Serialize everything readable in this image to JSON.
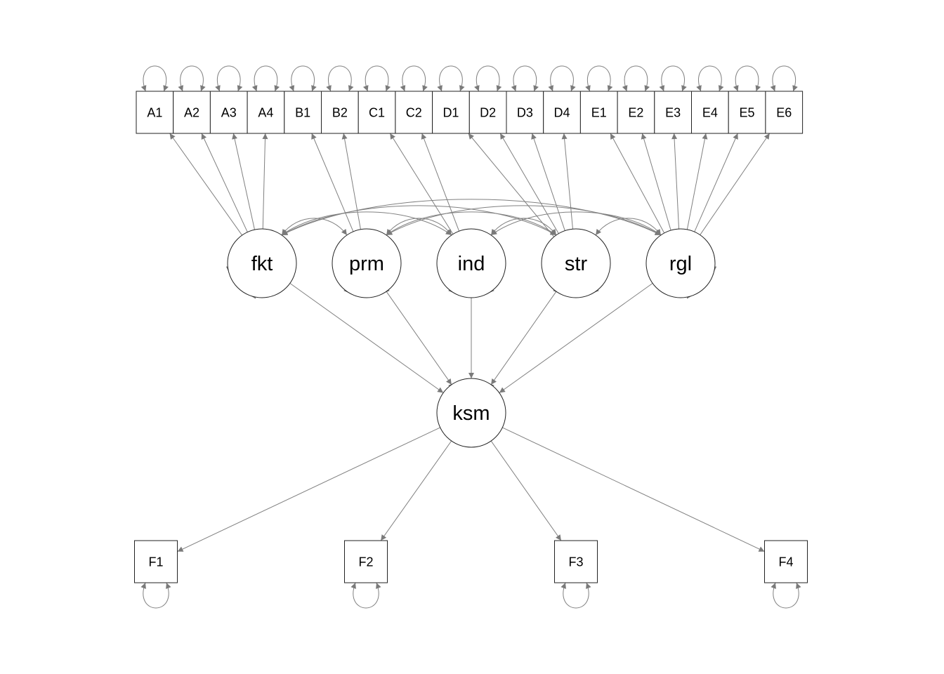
{
  "diagram": {
    "indicators_top": [
      "A1",
      "A2",
      "A3",
      "A4",
      "B1",
      "B2",
      "C1",
      "C2",
      "D1",
      "D2",
      "D3",
      "D4",
      "E1",
      "E2",
      "E3",
      "E4",
      "E5",
      "E6"
    ],
    "exogenous_latents": [
      "fkt",
      "prm",
      "ind",
      "str",
      "rgl"
    ],
    "endogenous_latent": "ksm",
    "indicators_bottom": [
      "F1",
      "F2",
      "F3",
      "F4"
    ],
    "loadings": {
      "fkt": [
        "A1",
        "A2",
        "A3",
        "A4"
      ],
      "prm": [
        "B1",
        "B2"
      ],
      "ind": [
        "C1",
        "C2"
      ],
      "str": [
        "D1",
        "D2",
        "D3",
        "D4"
      ],
      "rgl": [
        "E1",
        "E2",
        "E3",
        "E4",
        "E5",
        "E6"
      ],
      "ksm": [
        "F1",
        "F2",
        "F3",
        "F4"
      ]
    },
    "regressions": [
      [
        "fkt",
        "ksm"
      ],
      [
        "prm",
        "ksm"
      ],
      [
        "ind",
        "ksm"
      ],
      [
        "str",
        "ksm"
      ],
      [
        "rgl",
        "ksm"
      ]
    ],
    "covariances": [
      [
        "fkt",
        "prm"
      ],
      [
        "fkt",
        "ind"
      ],
      [
        "fkt",
        "str"
      ],
      [
        "fkt",
        "rgl"
      ],
      [
        "prm",
        "ind"
      ],
      [
        "prm",
        "str"
      ],
      [
        "prm",
        "rgl"
      ],
      [
        "ind",
        "str"
      ],
      [
        "ind",
        "rgl"
      ],
      [
        "str",
        "rgl"
      ]
    ],
    "colors": {
      "edge": "#808080",
      "node_stroke": "#222222",
      "residual": "#a0a0a0"
    }
  }
}
